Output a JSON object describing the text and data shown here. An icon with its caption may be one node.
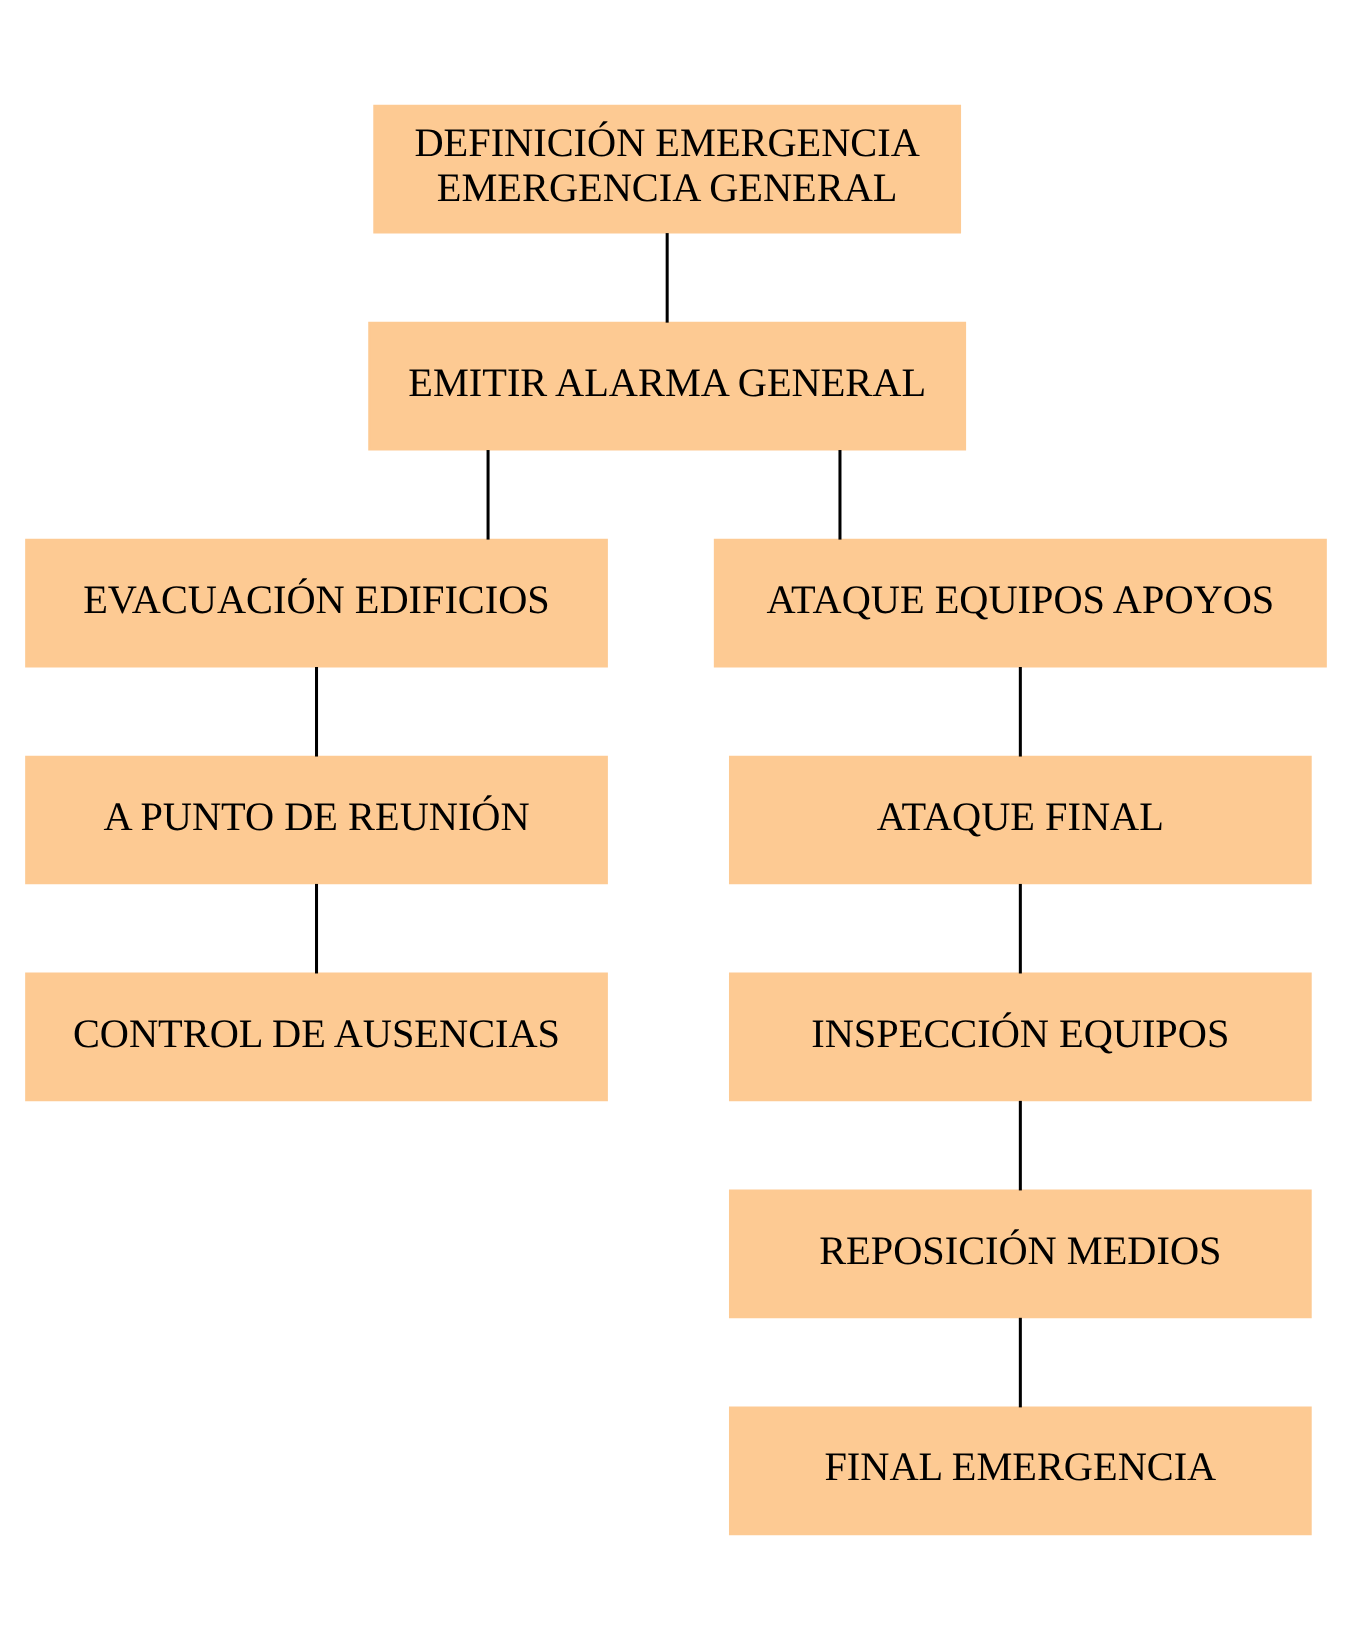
{
  "diagram": {
    "nodes": [
      {
        "text": [
          "DEFINICIÓN EMERGENCIA EMERGENCIA GENERAL"
        ]
      },
      {
        "text": [
          "EMITIR ALARMA GENERAL"
        ]
      },
      {
        "text": [
          "EVACUACIÓN EDIFICIOS"
        ]
      },
      {
        "text": [
          "ATAQUE EQUIPOS APOYOS"
        ]
      },
      {
        "text": [
          "A PUNTO DE REUNIÓN"
        ]
      },
      {
        "text": [
          "ATAQUE FINAL"
        ]
      },
      {
        "text": [
          "CONTROL DE AUSENCIAS"
        ]
      },
      {
        "text": [
          "INSPECCIÓN EQUIPOS"
        ]
      },
      {
        "text": [
          "REPOSICIÓN MEDIOS"
        ]
      },
      {
        "text": [
          "FINAL EMERGENCIA"
        ]
      }
    ],
    "edges": [
      {
        "from": 0,
        "to": 1,
        "arrow": "none"
      },
      {
        "from": 1,
        "to": 2,
        "arrow": "none"
      },
      {
        "from": 1,
        "to": 3,
        "arrow": "none"
      },
      {
        "from": 2,
        "to": 4,
        "arrow": "none"
      },
      {
        "from": 4,
        "to": 6,
        "arrow": "none"
      },
      {
        "from": 3,
        "to": 5,
        "arrow": "none"
      },
      {
        "from": 5,
        "to": 7,
        "arrow": "none"
      },
      {
        "from": 7,
        "to": 8,
        "arrow": "none"
      },
      {
        "from": 8,
        "to": 9,
        "arrow": "none"
      }
    ]
  }
}
